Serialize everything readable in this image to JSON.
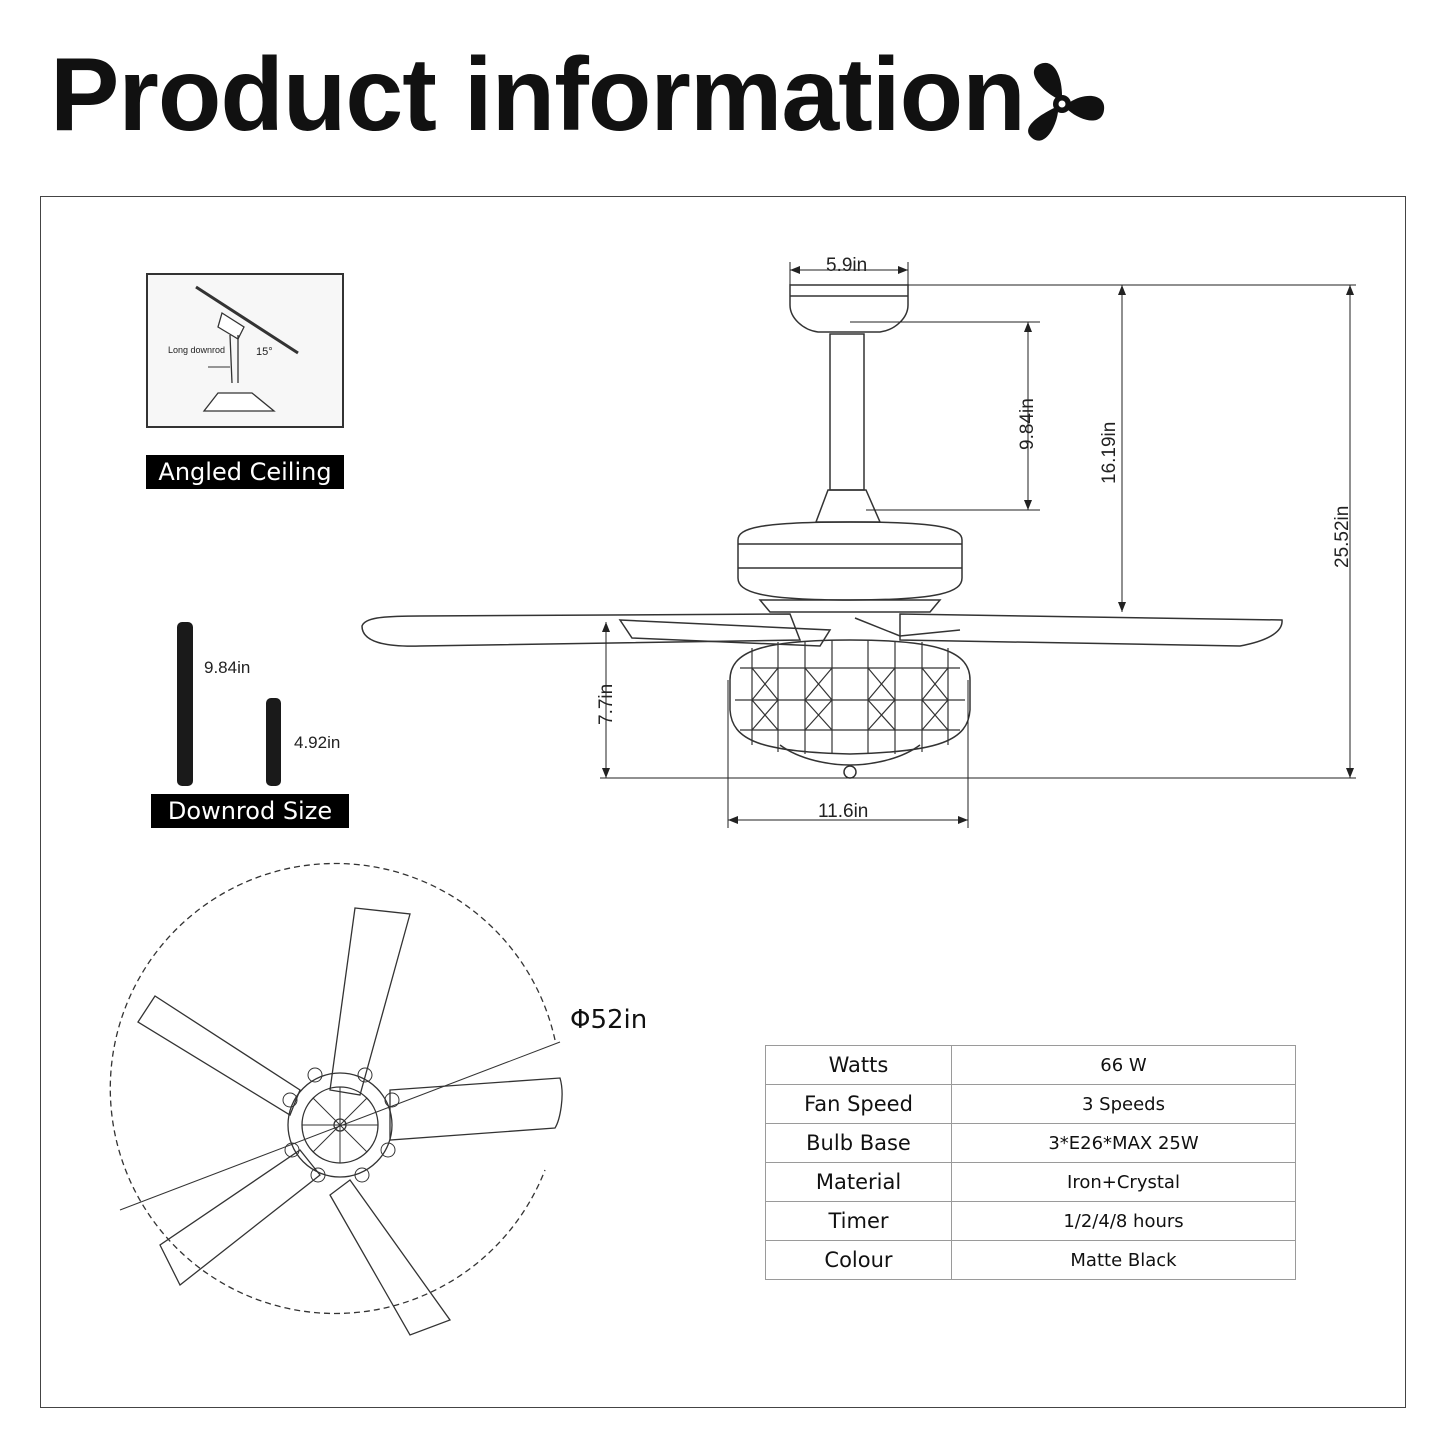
{
  "header": {
    "title": "Product information",
    "logo_icon": "fan-icon"
  },
  "angled_ceiling": {
    "label": "Angled Ceiling",
    "inset_rod_label": "Long downrod",
    "inset_angle": "15°"
  },
  "downrod": {
    "label": "Downrod Size",
    "long_length": "9.84in",
    "short_length": "4.92in"
  },
  "dimensions": {
    "canopy_width": "5.9in",
    "downrod_length": "9.84in",
    "ceiling_to_blade": "16.19in",
    "total_height": "25.52in",
    "light_height": "7.7in",
    "light_width": "11.6in",
    "blade_span": "Φ52in"
  },
  "specs": [
    {
      "key": "Watts",
      "value": "66 W"
    },
    {
      "key": "Fan Speed",
      "value": "3 Speeds"
    },
    {
      "key": "Bulb Base",
      "value": "3*E26*MAX 25W"
    },
    {
      "key": "Material",
      "value": "Iron+Crystal"
    },
    {
      "key": "Timer",
      "value": "1/2/4/8 hours"
    },
    {
      "key": "Colour",
      "value": "Matte Black"
    }
  ],
  "colors": {
    "ink": "#111111",
    "label_bg": "#000000",
    "label_text": "#ffffff",
    "table_border": "#9a9a9a"
  }
}
